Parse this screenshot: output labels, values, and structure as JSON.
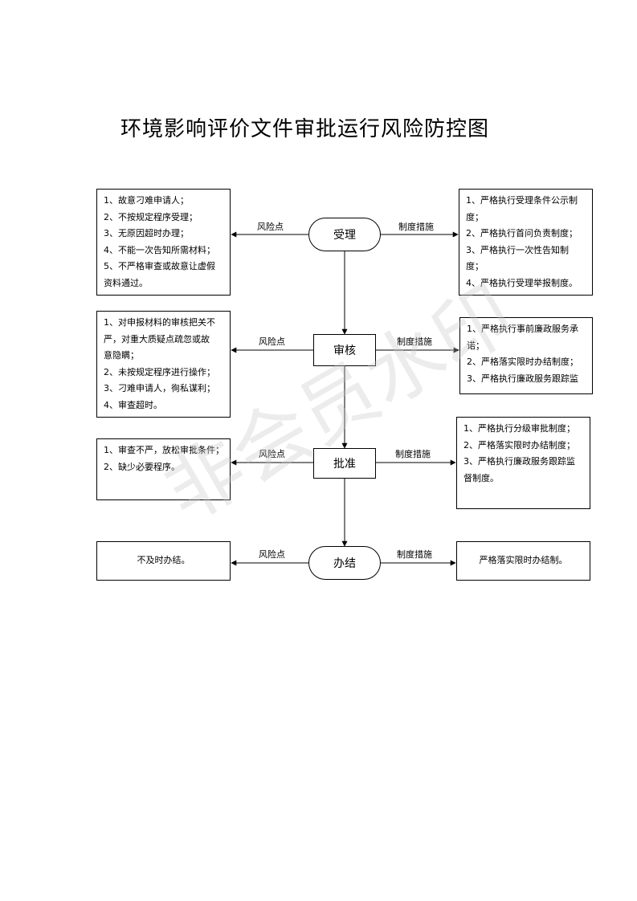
{
  "title": "环境影响评价文件审批运行风险防控图",
  "edge_labels": {
    "risk": "风险点",
    "measure": "制度措施"
  },
  "watermark": "非会员水印",
  "steps": [
    {
      "name": "受理",
      "risks": [
        "1、故意刁难申请人；",
        "2、不按规定程序受理；",
        "3、无原因超时办理；",
        "4、不能一次告知所需材料；",
        "5、不严格审查或故意让虚假",
        "资料通过。"
      ],
      "measures": [
        "1、严格执行受理条件公示制",
        "度；",
        "2、严格执行首问负责制度；",
        "3、严格执行一次性告知制",
        "度；",
        "4、严格执行受理举报制度。"
      ]
    },
    {
      "name": "审核",
      "risks": [
        "1、对申报材料的审核把关不",
        "严，对重大质疑点疏忽或故",
        "意隐瞒；",
        "2、未按规定程序进行操作；",
        "3、刁难申请人，徇私谋利；",
        "4、审查超时。"
      ],
      "measures": [
        "1、严格执行事前廉政服务承",
        "诺；",
        "2、严格落实限时办结制度；",
        "3、严格执行廉政服务跟踪监"
      ]
    },
    {
      "name": "批准",
      "risks": [
        "1、审查不严，放松审批条件；",
        "2、缺少必要程序。"
      ],
      "measures": [
        "1、严格执行分级审批制度；",
        "2、严格落实限时办结制度；",
        "3、严格执行廉政服务跟踪监",
        "督制度。"
      ]
    },
    {
      "name": "办结",
      "risks": [
        "不及时办结。"
      ],
      "measures": [
        "严格落实限时办结制。"
      ]
    }
  ]
}
